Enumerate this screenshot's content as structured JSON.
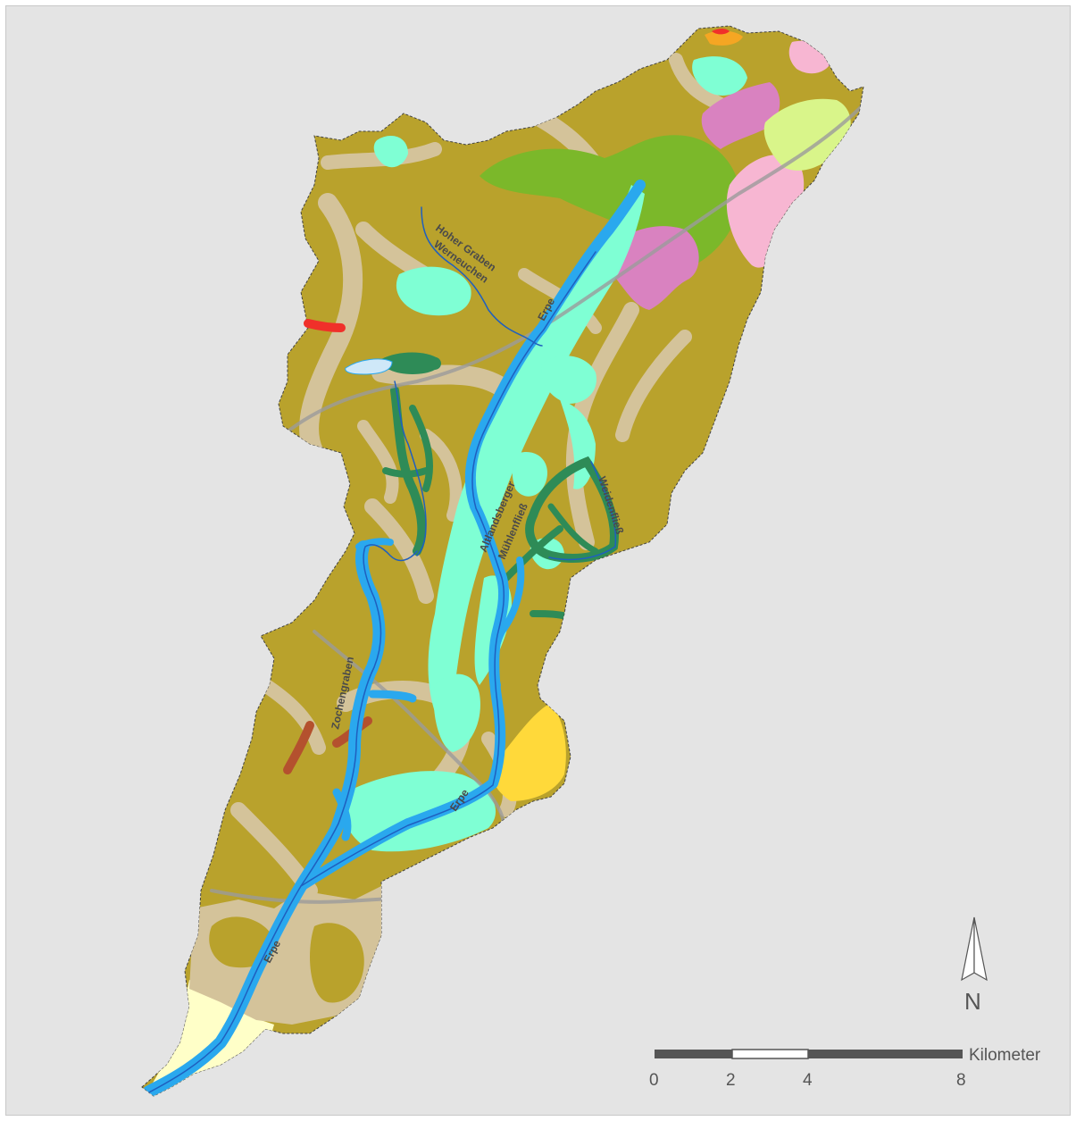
{
  "colors": {
    "background": "#e4e4e4",
    "lowland_olive": "#b9a22c",
    "sandy_beige": "#d4c39a",
    "light_beige": "#cdbf95",
    "floodplain_cyan": "#7fffd4",
    "river_blue": "#2aa8ee",
    "stream_line": "#1f5fbf",
    "wetland_dark_green": "#2e8b57",
    "grass_green": "#7bb82a",
    "pink": "#f7b6d2",
    "mauve": "#d982c0",
    "lime": "#d9f58a",
    "yellow": "#ffd93a",
    "pale_yellow": "#ffffc8",
    "red": "#f0302a",
    "brown_red": "#b4512e",
    "lake_light_blue": "#cfe8f8",
    "orange": "#f5a623",
    "road_grey": "#9b9b9b"
  },
  "river_labels": [
    {
      "key": "hoher_graben",
      "text": "Hoher Graben"
    },
    {
      "key": "werneuchen",
      "text": "Werneuchen"
    },
    {
      "key": "erpe_north",
      "text": "Erpe"
    },
    {
      "key": "altlandsberger",
      "text": "Altlandsberger"
    },
    {
      "key": "muehlenfliess",
      "text": "Mühlenfließ"
    },
    {
      "key": "weidenfliess",
      "text": "Weidenfließ"
    },
    {
      "key": "zochengraben",
      "text": "Zochengraben"
    },
    {
      "key": "erpe_middle",
      "text": "Erpe"
    },
    {
      "key": "erpe_south",
      "text": "Erpe"
    }
  ],
  "north_arrow": {
    "label": "N",
    "icon": "north-arrow-icon"
  },
  "scale_bar": {
    "unit_label": "Kilometer",
    "ticks": [
      {
        "value": 0,
        "label": "0"
      },
      {
        "value": 2,
        "label": "2"
      },
      {
        "value": 4,
        "label": "4"
      },
      {
        "value": 8,
        "label": "8"
      }
    ]
  }
}
